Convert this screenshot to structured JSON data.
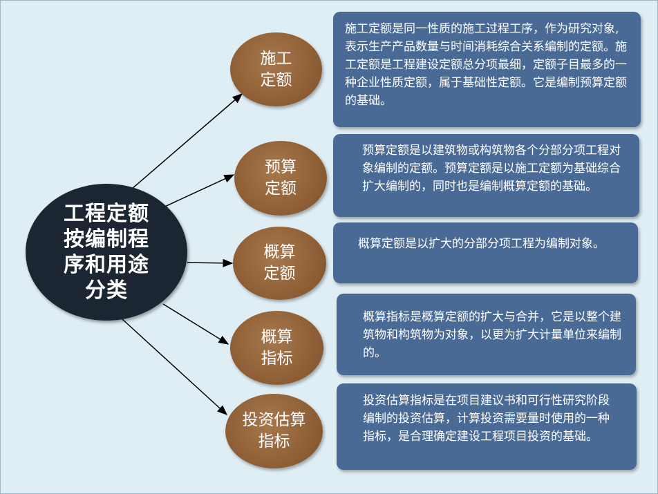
{
  "diagram": {
    "center": {
      "label": "工程定额按编制程序和用途分类"
    },
    "branches": [
      {
        "node": "施工定额",
        "description": "施工定额是同一性质的施工过程工序，作为研究对象,表示生产产品数量与时间消耗综合关系编制的定额。施工定额是工程建设定额总分项最细，定额子目最多的一种企业性质定额，属于基础性定额。它是编制预算定额的基础。"
      },
      {
        "node": "预算定额",
        "description": "预算定额是以建筑物或构筑物各个分部分项工程对象编制的定额。预算定额是以施工定额为基础综合扩大编制的，同时也是编制概算定额的基础。"
      },
      {
        "node": "概算定额",
        "description": "概算定额是以扩大的分部分项工程为编制对象。"
      },
      {
        "node": "概算指标",
        "description": "概算指标是概算定额的扩大与合并，它是以整个建筑物和构筑物为对象，以更为扩大计量单位来编制的。"
      },
      {
        "node": "投资估算指标",
        "description": "投资估算指标是在项目建议书和可行性研究阶段编制的投资估算，计算投资需要量时使用的一种指标，是合理确定建设工程项目投资的基础。"
      }
    ]
  },
  "colors": {
    "background": "#dfedf4",
    "center_fill": "#1c2632",
    "node_fill": "#8b5c33",
    "box_fill": "#4a6a96",
    "arrow": "#000000"
  }
}
